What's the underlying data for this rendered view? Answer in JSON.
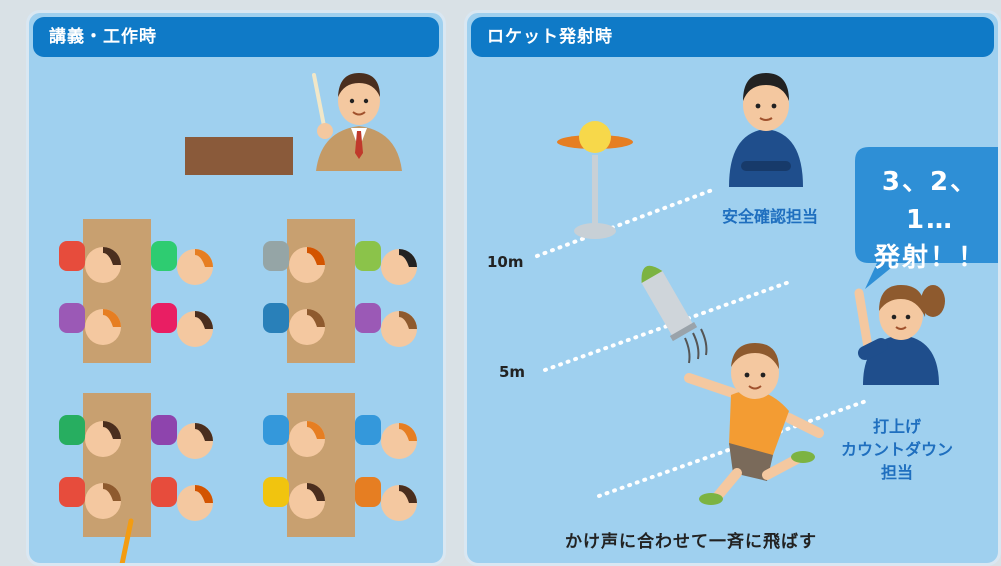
{
  "panels": {
    "left": {
      "title": "講義・工作時"
    },
    "right": {
      "title": "ロケット発射時",
      "distance_10m": "10m",
      "distance_5m": "5m",
      "safety_role": "安全確認担当",
      "countdown_role_line1": "打上げ",
      "countdown_role_line2": "カウントダウン",
      "countdown_role_line3": "担当",
      "speech_line1": "3、2、1…",
      "speech_line2": "発射！！",
      "caption": "かけ声に合わせて一斉に飛ばす"
    }
  },
  "colors": {
    "panel_bg": "#9fd0ef",
    "header_bg": "#0f7ac7",
    "role_text": "#1f6fbf",
    "speech_bubble": "#2e8fd6",
    "table": "#c8a070",
    "teacher_desk": "#8a5a3a"
  }
}
